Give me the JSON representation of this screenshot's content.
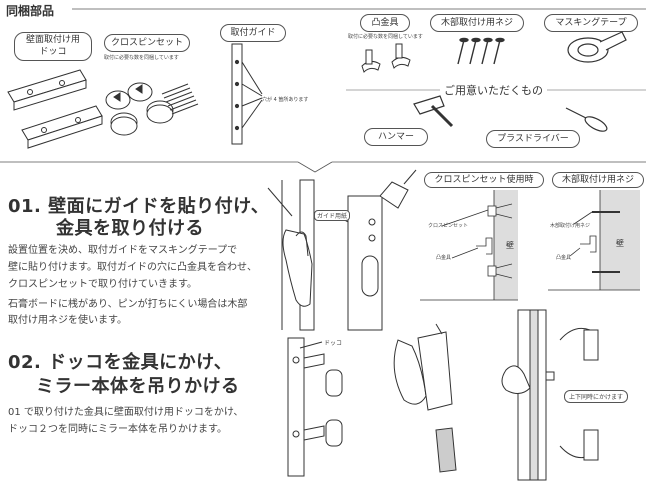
{
  "header": {
    "title": "同梱部品"
  },
  "parts": [
    {
      "label": "壁面取付け用\nドッコ",
      "line1": "壁面取付け用",
      "line2": "ドッコ"
    },
    {
      "label": "クロスピンセット",
      "note": "取付に必要な数を同梱しています"
    },
    {
      "label": "取付ガイド",
      "note": "穴が 4 箇所あります"
    },
    {
      "label": "凸金具",
      "note": "取付に必要な数を同梱しています"
    },
    {
      "label": "木部取付け用ネジ"
    },
    {
      "label": "マスキングテープ"
    }
  ],
  "prepare": {
    "title": "ご用意いただくもの",
    "items": [
      {
        "label": "ハンマー"
      },
      {
        "label": "プラスドライバー"
      }
    ]
  },
  "step1": {
    "title_line1": "01. 壁面にガイドを貼り付け、",
    "title_line2": "金具を取り付ける",
    "paragraph1_line1": "設置位置を決め、取付ガイドをマスキングテープで",
    "paragraph1_line2": "壁に貼り付けます。取付ガイドの穴に凸金具を合わせ、",
    "paragraph1_line3": "クロスピンセットで取り付けていきます。",
    "paragraph2_line1": "石膏ボードに桟があり、ピンが打ちにくい場合は木部",
    "paragraph2_line2": "取付け用ネジを使います。",
    "illustration_label": "ガイド用紙",
    "tab_crosspin": "クロスピンセット使用時",
    "tab_wood": "木部取付け用ネジ",
    "crosspin_labels": [
      "クロスピンセット",
      "凸金具"
    ],
    "crosspin_wall": "壁",
    "wood_labels": [
      "木部取付け用ネジ",
      "凸金具"
    ],
    "wood_wall": "壁"
  },
  "step2": {
    "title_line1": "02. ドッコを金具にかけ、",
    "title_line2": "ミラー本体を吊りかける",
    "paragraph_line1": "01 で取り付けた金具に壁面取付け用ドッコをかけ、",
    "paragraph_line2": "ドッコ２つを同時にミラー本体を吊りかけます。",
    "dokko_label": "ドッコ",
    "hang_note": "上下同時にかけます"
  }
}
